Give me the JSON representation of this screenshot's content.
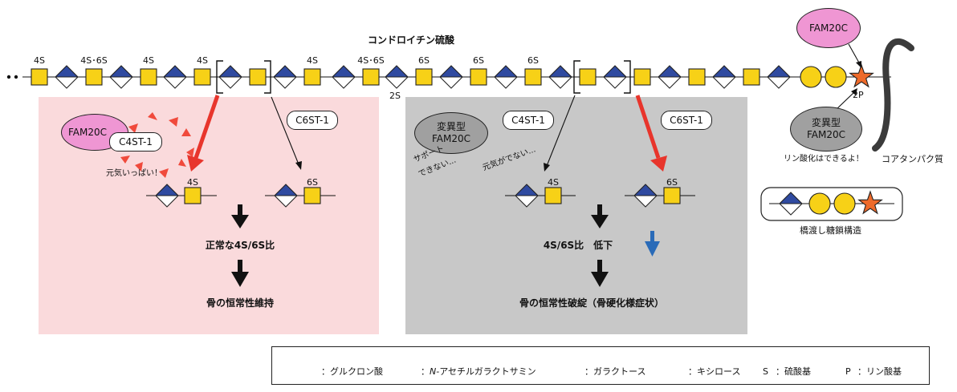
{
  "title": "コンドロイチン硫酸",
  "enzymes": {
    "fam20c": "FAM20C",
    "c4st1": "C4ST-1",
    "c6st1": "C6ST-1",
    "mutant_fam20c_line1": "変異型",
    "mutant_fam20c_line2": "FAM20C"
  },
  "chain_labels": {
    "l4s_a": "4S",
    "l4s6s_a": "4S･6S",
    "l4s_b": "4S",
    "l4s_c": "4S",
    "l4s_d": "4S",
    "l4s6s_b": "4S･6S",
    "l2s": "2S",
    "l6s_a": "6S",
    "l6s_b": "6S",
    "l6s_c": "6S",
    "l2p": "2P"
  },
  "left_panel": {
    "annotation": "元気いっぱい！",
    "product_4s": "4S",
    "product_6s": "6S",
    "result1": "正常な4S/6S比",
    "result2": "骨の恒常性維持"
  },
  "right_panel": {
    "support_line1": "サポート",
    "support_line2": "できない...",
    "energy": "元気がでない...",
    "product_4s": "4S",
    "product_6s": "6S",
    "result1": "4S/6S比　低下",
    "result2": "骨の恒常性破綻（骨硬化様症状）"
  },
  "side": {
    "phosphorylation": "リン酸化はできるよ！",
    "core_protein": "コアタンパク質",
    "linkage_label": "橋渡し糖鎖構造"
  },
  "legend": {
    "glcua": "：グルクロン酸",
    "galnac_italic": "N-",
    "galnac_rest": "アセチルガラクトサミン",
    "gal": "：ガラクトース",
    "xyl": "：キシロース",
    "s_key": "S",
    "s_val": "：硫酸基",
    "p_key": "P",
    "p_val": "：リン酸基"
  },
  "colors": {
    "galnac_yellow": "#f7d117",
    "glcua_blue": "#2f4aa0",
    "xylose_orange": "#ee6a2a",
    "fam20c_pink": "#ef96d3",
    "mutant_gray": "#a0a0a0",
    "left_panel_bg": "#fadadc",
    "right_panel_bg": "#c8c8c8",
    "red_arrow": "#e8352c",
    "blue_arrow": "#2a6bb8"
  }
}
